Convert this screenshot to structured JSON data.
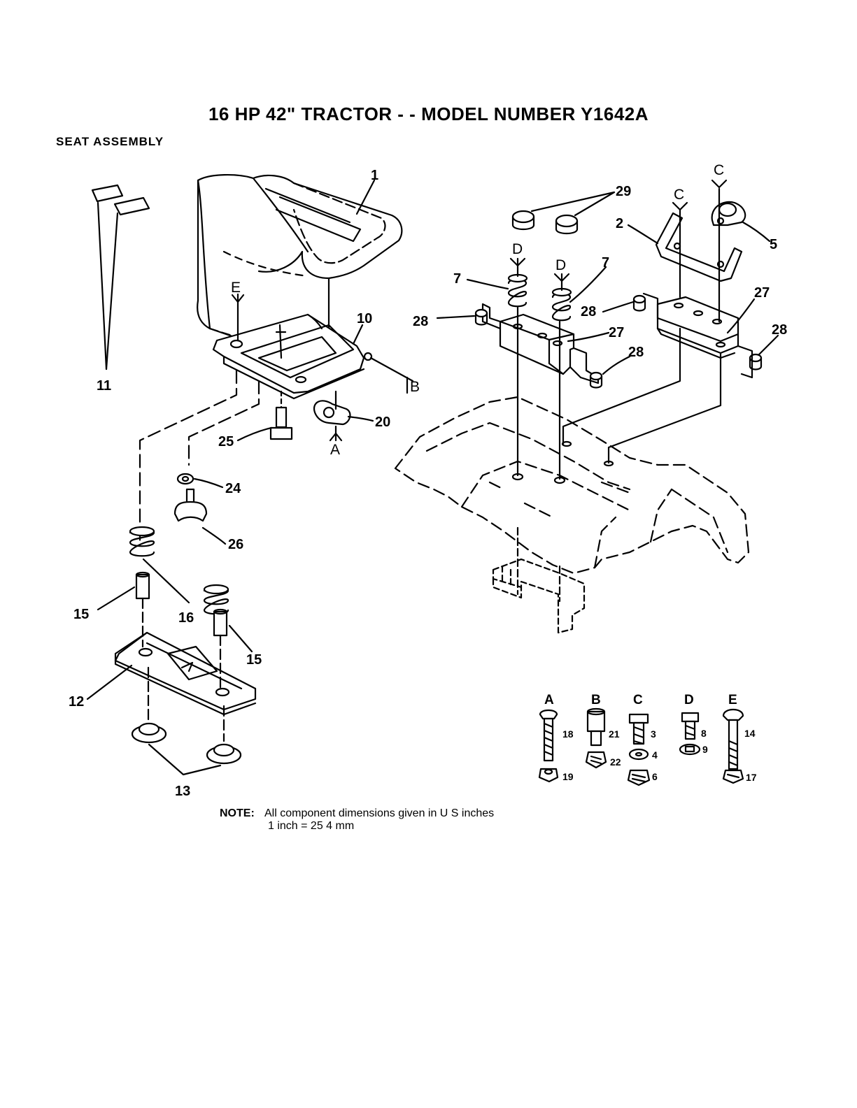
{
  "header": {
    "title": "16 HP 42\" TRACTOR - - MODEL NUMBER Y1642A",
    "section": "SEAT ASSEMBLY"
  },
  "diagram": {
    "callouts": [
      {
        "id": "c1",
        "label": "1"
      },
      {
        "id": "c2",
        "label": "2"
      },
      {
        "id": "c5",
        "label": "5"
      },
      {
        "id": "c7a",
        "label": "7"
      },
      {
        "id": "c7b",
        "label": "7"
      },
      {
        "id": "c10",
        "label": "10"
      },
      {
        "id": "c11",
        "label": "11"
      },
      {
        "id": "c12",
        "label": "12"
      },
      {
        "id": "c13",
        "label": "13"
      },
      {
        "id": "c15a",
        "label": "15"
      },
      {
        "id": "c15b",
        "label": "15"
      },
      {
        "id": "c16",
        "label": "16"
      },
      {
        "id": "c20",
        "label": "20"
      },
      {
        "id": "c24",
        "label": "24"
      },
      {
        "id": "c25",
        "label": "25"
      },
      {
        "id": "c26",
        "label": "26"
      },
      {
        "id": "c27a",
        "label": "27"
      },
      {
        "id": "c27b",
        "label": "27"
      },
      {
        "id": "c28a",
        "label": "28"
      },
      {
        "id": "c28b",
        "label": "28"
      },
      {
        "id": "c28c",
        "label": "28"
      },
      {
        "id": "c28d",
        "label": "28"
      },
      {
        "id": "c29",
        "label": "29"
      }
    ],
    "reference_letters": [
      {
        "id": "rE",
        "label": "E"
      },
      {
        "id": "rB",
        "label": "B"
      },
      {
        "id": "rA",
        "label": "A"
      },
      {
        "id": "rD1",
        "label": "D"
      },
      {
        "id": "rD2",
        "label": "D"
      },
      {
        "id": "rC1",
        "label": "C"
      },
      {
        "id": "rC2",
        "label": "C"
      }
    ]
  },
  "hardware_key": {
    "groups": [
      {
        "letter": "A",
        "parts": [
          "18",
          "19"
        ]
      },
      {
        "letter": "B",
        "parts": [
          "21",
          "22"
        ]
      },
      {
        "letter": "C",
        "parts": [
          "3",
          "4",
          "6"
        ]
      },
      {
        "letter": "D",
        "parts": [
          "8",
          "9"
        ]
      },
      {
        "letter": "E",
        "parts": [
          "14",
          "17"
        ]
      }
    ]
  },
  "note": {
    "label": "NOTE:",
    "line1": "All component dimensions given in U S  inches",
    "line2": "1 inch = 25 4 mm"
  }
}
